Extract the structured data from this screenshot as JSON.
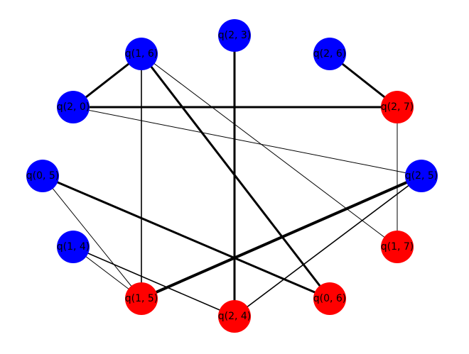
{
  "graph": {
    "colors": {
      "blue": "#0000ff",
      "red": "#ff0000",
      "edge": "#000000"
    },
    "nodes": [
      {
        "id": "q23",
        "label": "q(2, 3)",
        "color": "blue"
      },
      {
        "id": "q16",
        "label": "q(1, 6)",
        "color": "blue"
      },
      {
        "id": "q26",
        "label": "q(2, 6)",
        "color": "blue"
      },
      {
        "id": "q27",
        "label": "q(2, 7)",
        "color": "red"
      },
      {
        "id": "q20",
        "label": "q(2, 0)",
        "color": "blue"
      },
      {
        "id": "q05",
        "label": "q(0, 5)",
        "color": "blue"
      },
      {
        "id": "q25",
        "label": "q(2, 5)",
        "color": "blue"
      },
      {
        "id": "q14",
        "label": "q(1, 4)",
        "color": "blue"
      },
      {
        "id": "q17",
        "label": "q(1, 7)",
        "color": "red"
      },
      {
        "id": "q15",
        "label": "q(1, 5)",
        "color": "red"
      },
      {
        "id": "q06",
        "label": "q(0, 6)",
        "color": "red"
      },
      {
        "id": "q24",
        "label": "q(2, 4)",
        "color": "red"
      }
    ],
    "edges": [
      {
        "from": "q16",
        "to": "q20",
        "weight": "heavy"
      },
      {
        "from": "q16",
        "to": "q06",
        "weight": "heavy"
      },
      {
        "from": "q16",
        "to": "q15",
        "weight": "light"
      },
      {
        "from": "q16",
        "to": "q17",
        "weight": "thin"
      },
      {
        "from": "q23",
        "to": "q24",
        "weight": "heavy"
      },
      {
        "from": "q26",
        "to": "q27",
        "weight": "heavy"
      },
      {
        "from": "q20",
        "to": "q27",
        "weight": "heavy"
      },
      {
        "from": "q20",
        "to": "q25",
        "weight": "thin"
      },
      {
        "from": "q27",
        "to": "q17",
        "weight": "thin"
      },
      {
        "from": "q05",
        "to": "q06",
        "weight": "heavy"
      },
      {
        "from": "q05",
        "to": "q15",
        "weight": "thin"
      },
      {
        "from": "q25",
        "to": "q15",
        "weight": "heaviest"
      },
      {
        "from": "q25",
        "to": "q24",
        "weight": "light"
      },
      {
        "from": "q14",
        "to": "q15",
        "weight": "thin"
      },
      {
        "from": "q14",
        "to": "q24",
        "weight": "light"
      }
    ]
  }
}
